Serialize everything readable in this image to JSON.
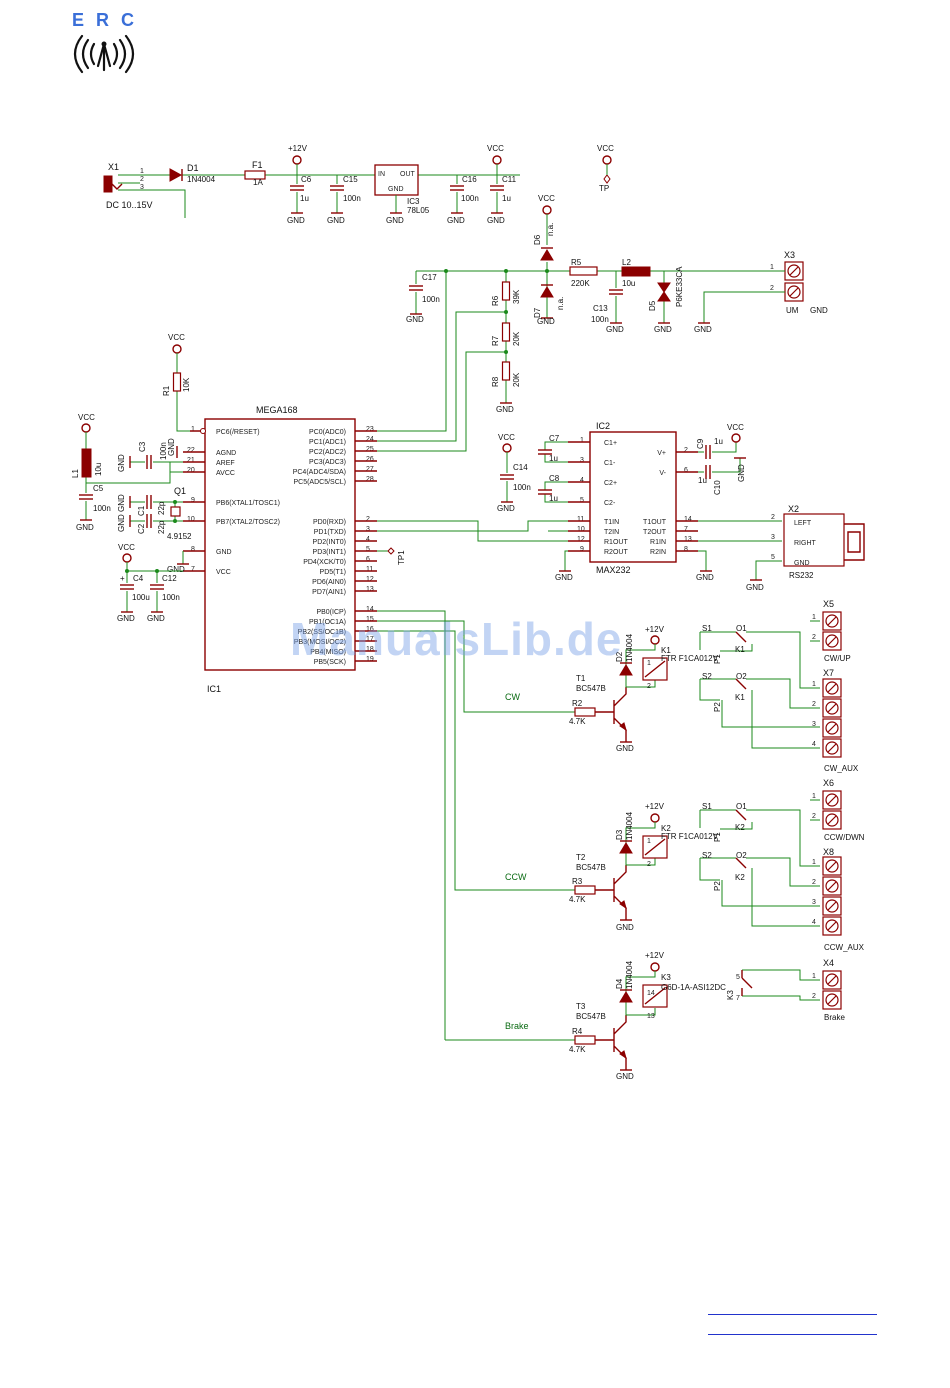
{
  "header": {
    "logo_text": [
      "E",
      "R",
      "C"
    ]
  },
  "watermark": "ManualsLib.de",
  "power": {
    "x1": "X1",
    "x1_label": "DC 10..15V",
    "d1": "D1",
    "d1_value": "1N4004",
    "f1": "F1",
    "f1_value": "1A",
    "c6": "C6",
    "c6_value": "1u",
    "c15": "C15",
    "c15_value": "100n",
    "ic3": "IC3",
    "ic3_value": "78L05",
    "ic3_in": "IN",
    "ic3_out": "OUT",
    "ic3_gnd": "GND",
    "c16": "C16",
    "c16_value": "100n",
    "c11": "C11",
    "c11_value": "1u",
    "plus12v": "+12V",
    "vcc": "VCC",
    "tp": "TP",
    "gnd": "GND"
  },
  "input_stage": {
    "d6": "D6",
    "d6_value": "n.a.",
    "d7": "D7",
    "d7_value": "n.a.",
    "r5": "R5",
    "r5_value": "220K",
    "l2": "L2",
    "l2_value": "10u",
    "c13": "C13",
    "c13_value": "100n",
    "d5": "D5",
    "d5_value": "P6KE33CA",
    "x3": "X3",
    "x3_label": "UM",
    "x3_gnd": "GND",
    "c17": "C17",
    "c17_value": "100n",
    "r6": "R6",
    "r6_value": "39K",
    "r7": "R7",
    "r7_value": "20K",
    "r8": "R8",
    "r8_value": "20K"
  },
  "mcu": {
    "name": "MEGA168",
    "ref": "IC1",
    "r1": "R1",
    "r1_value": "10K",
    "l1": "L1",
    "l1_value": "10u",
    "c3": "C3",
    "c3_value": "100n",
    "c5": "C5",
    "c5_value": "100n",
    "c1": "C1",
    "c1_value": "22p",
    "c2": "C2",
    "c2_value": "22p",
    "q1": "Q1",
    "q1_value": "4.9152",
    "c4": "C4",
    "c4_value": "100u",
    "c12": "C12",
    "c12_value": "100n",
    "tp1": "TP1",
    "left_pins": [
      {
        "num": "1",
        "name": "PC6(/RESET)"
      },
      {
        "num": "22",
        "name": "AGND"
      },
      {
        "num": "21",
        "name": "AREF"
      },
      {
        "num": "20",
        "name": "AVCC"
      },
      {
        "num": "9",
        "name": "PB6(XTAL1/TOSC1)"
      },
      {
        "num": "10",
        "name": "PB7(XTAL2/TOSC2)"
      },
      {
        "num": "8",
        "name": "GND"
      },
      {
        "num": "7",
        "name": "VCC"
      }
    ],
    "right_pins": [
      {
        "num": "23",
        "name": "PC0(ADC0)"
      },
      {
        "num": "24",
        "name": "PC1(ADC1)"
      },
      {
        "num": "25",
        "name": "PC2(ADC2)"
      },
      {
        "num": "26",
        "name": "PC3(ADC3)"
      },
      {
        "num": "27",
        "name": "PC4(ADC4/SDA)"
      },
      {
        "num": "28",
        "name": "PC5(ADC5/SCL)"
      },
      {
        "num": "2",
        "name": "PD0(RXD)"
      },
      {
        "num": "3",
        "name": "PD1(TXD)"
      },
      {
        "num": "4",
        "name": "PD2(INT0)"
      },
      {
        "num": "5",
        "name": "PD3(INT1)"
      },
      {
        "num": "6",
        "name": "PD4(XCK/T0)"
      },
      {
        "num": "11",
        "name": "PD5(T1)"
      },
      {
        "num": "12",
        "name": "PD6(AIN0)"
      },
      {
        "num": "13",
        "name": "PD7(AIN1)"
      },
      {
        "num": "14",
        "name": "PB0(ICP)"
      },
      {
        "num": "15",
        "name": "PB1(OC1A)"
      },
      {
        "num": "16",
        "name": "PB2(SS/OC1B)"
      },
      {
        "num": "17",
        "name": "PB3(MOSI/OC2)"
      },
      {
        "num": "18",
        "name": "PB4(MISO)"
      },
      {
        "num": "19",
        "name": "PB5(SCK)"
      }
    ]
  },
  "rs232": {
    "ic2": "IC2",
    "ic2_value": "MAX232",
    "c7": "C7",
    "c7_value": "1u",
    "c8": "C8",
    "c8_value": "1u",
    "c14": "C14",
    "c14_value": "100n",
    "c9": "C9",
    "c9_value": "1u",
    "c10": "C10",
    "c10_value": "1u",
    "x2": "X2",
    "x2_label": "RS232",
    "x2_left": "LEFT",
    "x2_right": "RIGHT",
    "x2_gnd": "GND",
    "left_pins": [
      {
        "num": "1",
        "name": "C1+"
      },
      {
        "num": "3",
        "name": "C1-"
      },
      {
        "num": "4",
        "name": "C2+"
      },
      {
        "num": "5",
        "name": "C2-"
      },
      {
        "num": "11",
        "name": "T1IN"
      },
      {
        "num": "10",
        "name": "T2IN"
      },
      {
        "num": "12",
        "name": "R1OUT"
      },
      {
        "num": "9",
        "name": "R2OUT"
      }
    ],
    "right_pins": [
      {
        "num": "2",
        "name": "V+"
      },
      {
        "num": "6",
        "name": "V-"
      },
      {
        "num": "14",
        "name": "T1OUT"
      },
      {
        "num": "7",
        "name": "T2OUT"
      },
      {
        "num": "13",
        "name": "R1IN"
      },
      {
        "num": "8",
        "name": "R2IN"
      }
    ],
    "x2_pins": [
      "2",
      "3",
      "5"
    ]
  },
  "relays": [
    {
      "signal": "CW",
      "t": "T1",
      "t_value": "BC547B",
      "r": "R2",
      "r_value": "4.7K",
      "d": "D2",
      "d_value": "1N4004",
      "k": "K1",
      "k_value": "FTR F1CA012V",
      "s1": "S1",
      "o1": "O1",
      "p1": "P1",
      "s2": "S2",
      "o2": "O2",
      "p2": "P2",
      "xa": "X5",
      "xa_label": "CW/UP",
      "xb": "X7",
      "xb_label": "CW_AUX"
    },
    {
      "signal": "CCW",
      "t": "T2",
      "t_value": "BC547B",
      "r": "R3",
      "r_value": "4.7K",
      "d": "D3",
      "d_value": "1N4004",
      "k": "K2",
      "k_value": "FTR F1CA012V",
      "s1": "S1",
      "o1": "O1",
      "p1": "P1",
      "s2": "S2",
      "o2": "O2",
      "p2": "P2",
      "xa": "X6",
      "xa_label": "CCW/DWN",
      "xb": "X8",
      "xb_label": "CCW_AUX"
    },
    {
      "signal": "Brake",
      "t": "T3",
      "t_value": "BC547B",
      "r": "R4",
      "r_value": "4.7K",
      "d": "D4",
      "d_value": "1N4004",
      "k": "K3",
      "k_value": "G6D-1A-ASI12DC",
      "xa": "X4",
      "xa_label": "Brake"
    }
  ],
  "pin_numbers": {
    "one": "1",
    "two": "2",
    "three": "3",
    "four": "4",
    "five": "5",
    "seven": "7",
    "thirteen": "13",
    "fourteen": "14",
    "ten": "10",
    "nine": "9",
    "plus": "+"
  }
}
